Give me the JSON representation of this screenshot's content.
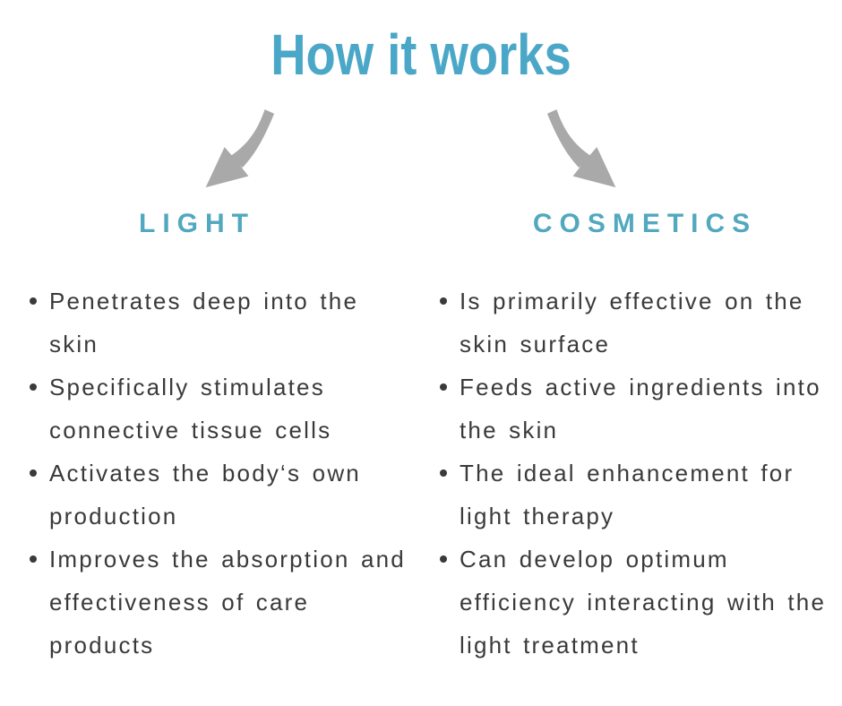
{
  "page": {
    "title": "How it works"
  },
  "colors": {
    "accent_title": "#4ba7c8",
    "accent_heading": "#52a8bf",
    "arrow_gray": "#a9a9a9",
    "body_text": "#3a3a3a",
    "background": "#ffffff"
  },
  "icons": {
    "left": "curved-arrow-down-left-icon",
    "right": "curved-arrow-down-right-icon"
  },
  "columns": [
    {
      "heading": "LIGHT",
      "items": [
        "Penetrates deep into the skin",
        "Specifically stimulates connective tissue cells",
        "Activates the body‘s own production",
        "Improves the absorption and effectiveness of care products"
      ]
    },
    {
      "heading": "COSMETICS",
      "items": [
        "Is primarily effective on the skin surface",
        "Feeds active ingredients into the skin",
        "The ideal enhancement for light therapy",
        "Can develop optimum efficiency interacting with the light treatment"
      ]
    }
  ]
}
